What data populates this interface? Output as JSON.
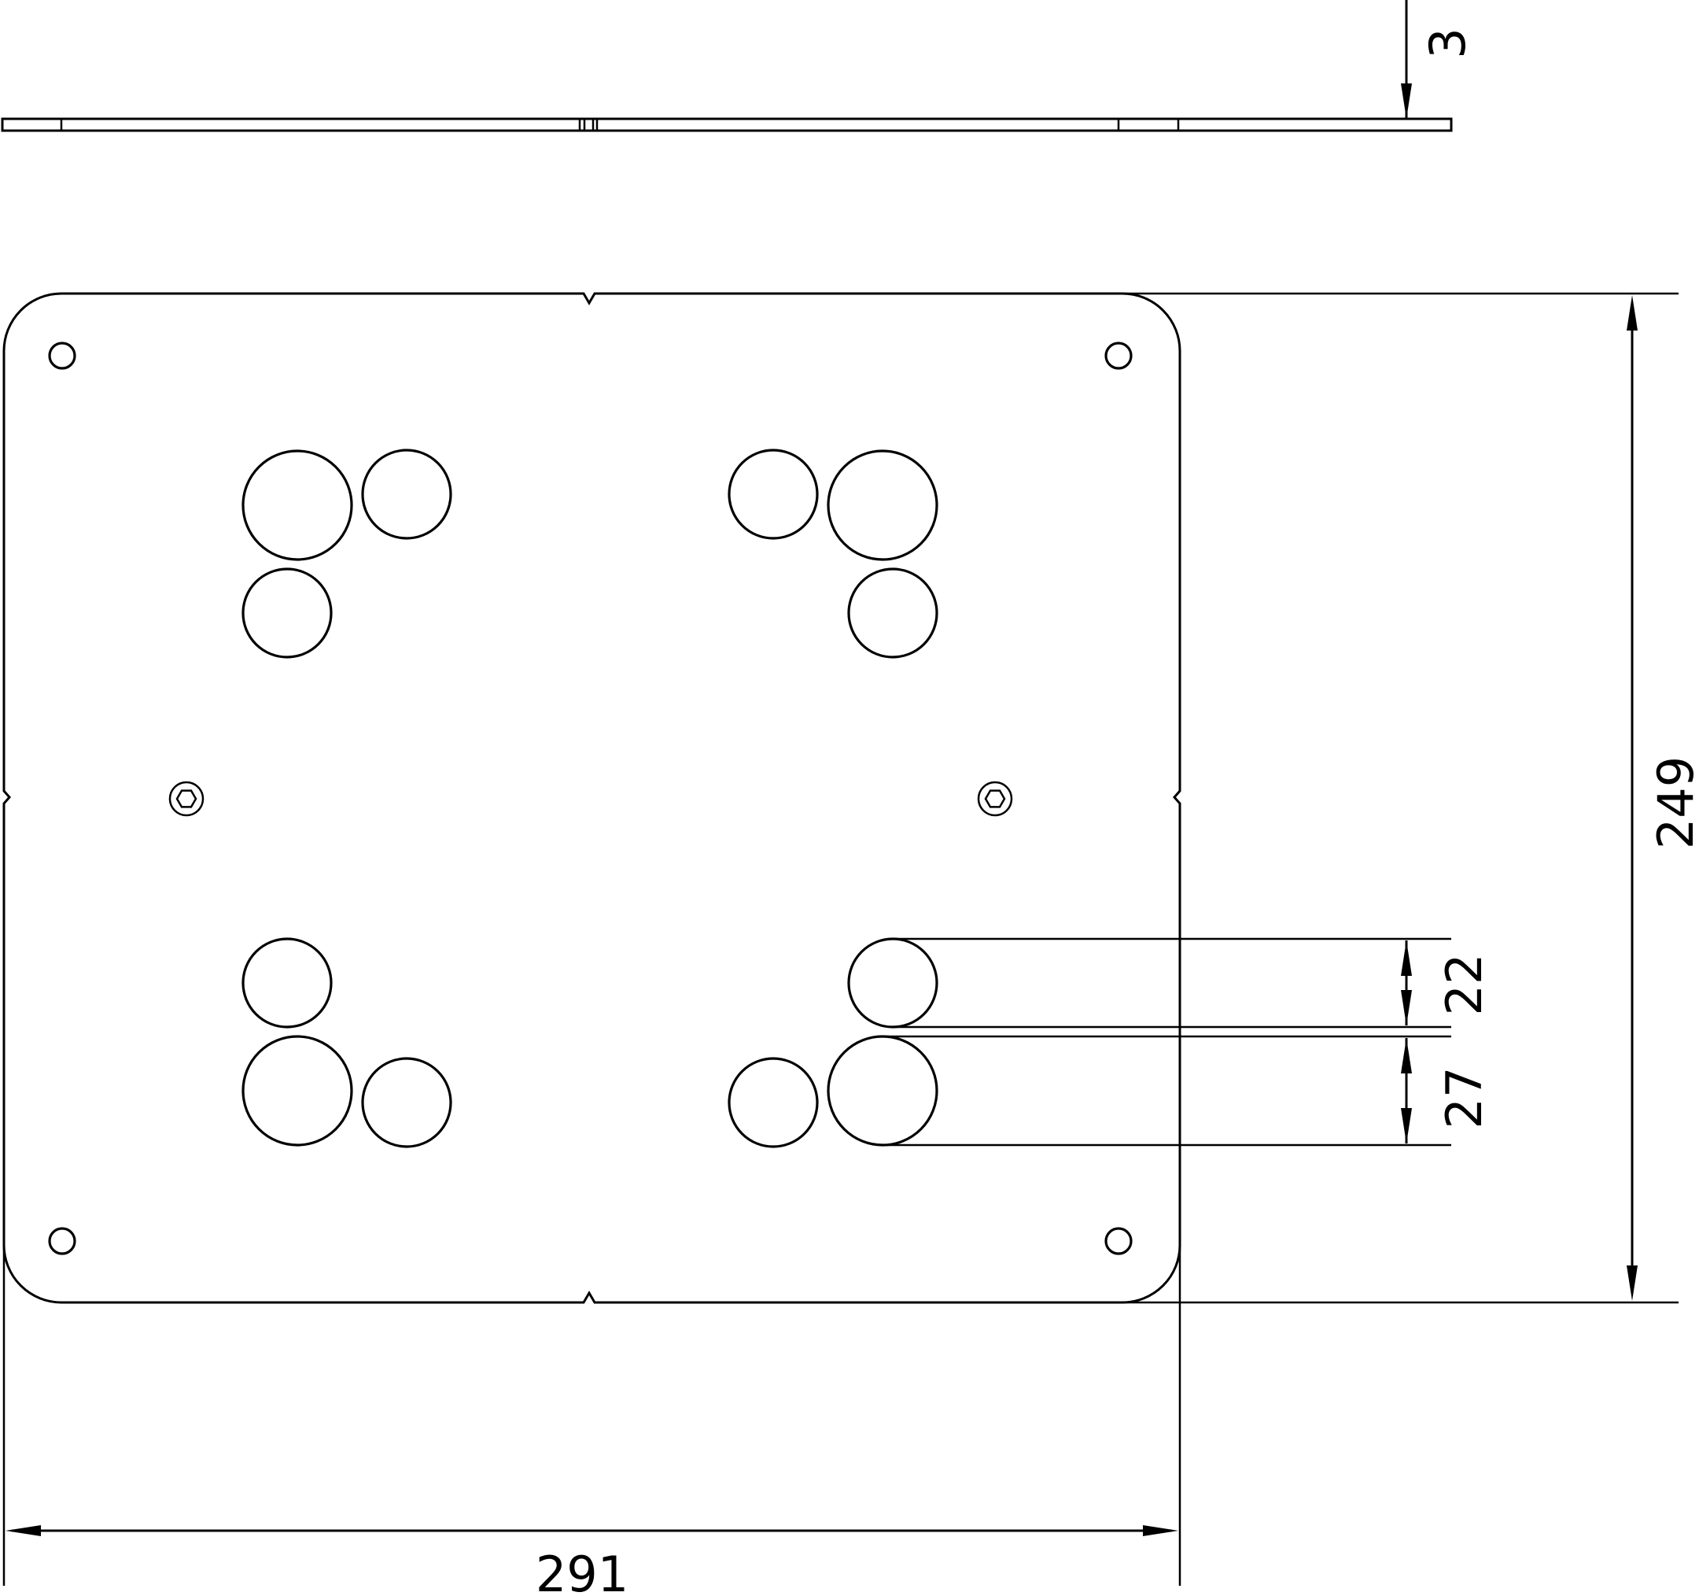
{
  "dimensions": {
    "thickness": "3",
    "height": "249",
    "width": "291",
    "hole_spacing": "22",
    "hole_offset": "27"
  },
  "colors": {
    "line": "#000000",
    "background": "#ffffff"
  }
}
